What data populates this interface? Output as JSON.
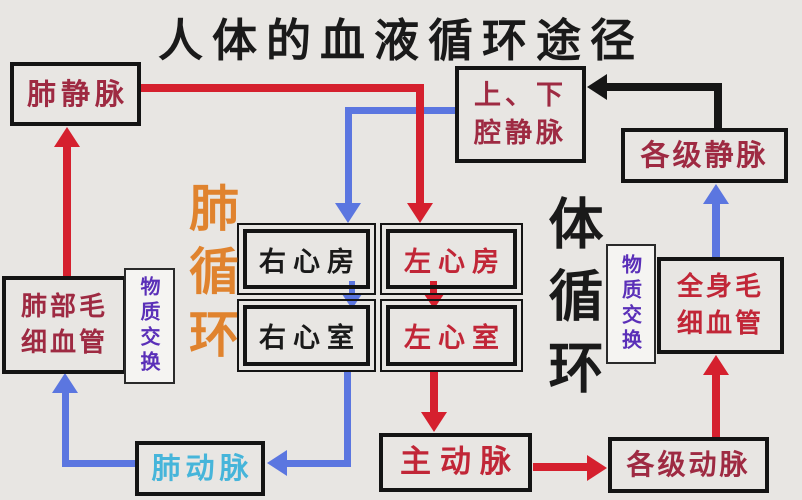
{
  "title": "人体的血液循环途径",
  "labels": {
    "pulmonary_circulation": "肺循环",
    "systemic_circulation": "体循环",
    "material_exchange": "物质交换"
  },
  "boxes": {
    "pulmonary_vein": {
      "label": "肺静脉"
    },
    "vena_cava": {
      "label_lines": [
        "上、下",
        "腔静脉"
      ]
    },
    "veins_all_levels": {
      "label": "各级静脉"
    },
    "right_atrium": {
      "label": "右心房"
    },
    "left_atrium": {
      "label": "左心房"
    },
    "right_ventricle": {
      "label": "右心室"
    },
    "left_ventricle": {
      "label": "左心室"
    },
    "lung_capillaries": {
      "label_lines": [
        "肺部毛",
        "细血管"
      ]
    },
    "body_capillaries": {
      "label_lines": [
        "全身毛",
        "细血管"
      ]
    },
    "pulmonary_artery": {
      "label": "肺动脉"
    },
    "aorta": {
      "label": "主动脉"
    },
    "arteries_all_levels": {
      "label": "各级动脉"
    }
  },
  "colors": {
    "background": "#e8e6e3",
    "box_border": "#141414",
    "dark_red_text": "#9e2a42",
    "red_text": "#c12637",
    "black_text": "#1a1a1a",
    "sky_blue_text": "#46b5da",
    "purple_text": "#5a2fb8",
    "orange_text": "#e0832e",
    "arrow_red": "#d5202e",
    "arrow_blue": "#5b76e0",
    "arrow_black": "#161616"
  }
}
